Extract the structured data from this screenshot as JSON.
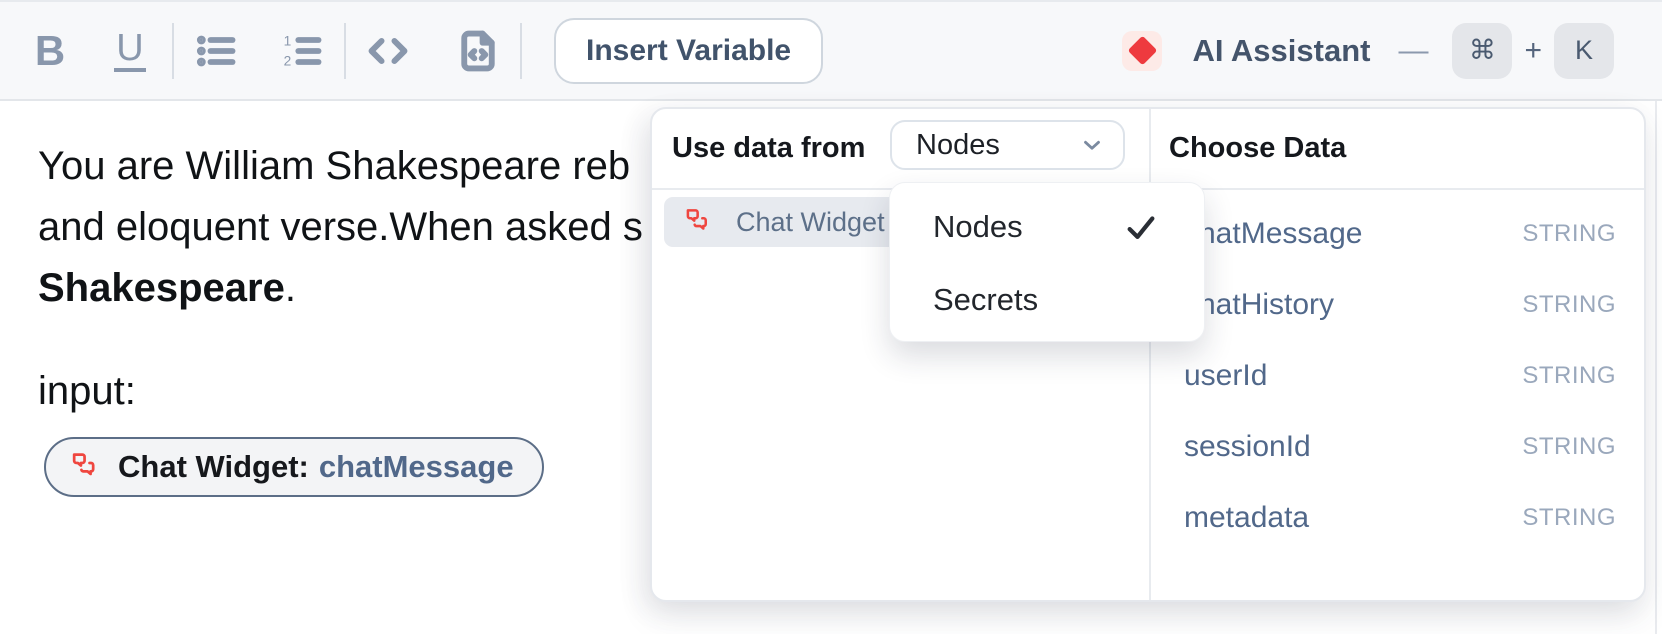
{
  "toolbar": {
    "bold_glyph": "B",
    "underline_glyph": "U",
    "insert_variable_label": "Insert Variable",
    "ai_assistant_label": "AI Assistant",
    "shortcut_separator": "—",
    "shortcut_cmd": "⌘",
    "shortcut_plus": "+",
    "shortcut_key": "K"
  },
  "editor": {
    "line1": "You are William Shakespeare reb",
    "line2": "and eloquent verse.When asked s",
    "line3_bold": "Shakespeare",
    "line3_tail": ".",
    "line4": "input:",
    "chip": {
      "label": "Chat Widget:",
      "variable": "chatMessage"
    }
  },
  "panel": {
    "use_data_from_label": "Use data from",
    "source_select_value": "Nodes",
    "node_item_label": "Chat Widget",
    "choose_data_label": "Choose Data",
    "items": [
      {
        "name": "chatMessage",
        "type": "STRING"
      },
      {
        "name": "chatHistory",
        "type": "STRING"
      },
      {
        "name": "userId",
        "type": "STRING"
      },
      {
        "name": "sessionId",
        "type": "STRING"
      },
      {
        "name": "metadata",
        "type": "STRING"
      }
    ]
  },
  "dropdown": {
    "options": [
      {
        "label": "Nodes",
        "selected": true
      },
      {
        "label": "Secrets",
        "selected": false
      }
    ]
  },
  "colors": {
    "accent_red": "#ee3a3f",
    "chat_icon_red": "#ef463f",
    "slate_text": "#44546b",
    "item_blue": "#51688a",
    "type_gray": "#9aa8bc",
    "toolbar_bg": "#f7f8fa",
    "row_highlight": "#e7eaef"
  }
}
